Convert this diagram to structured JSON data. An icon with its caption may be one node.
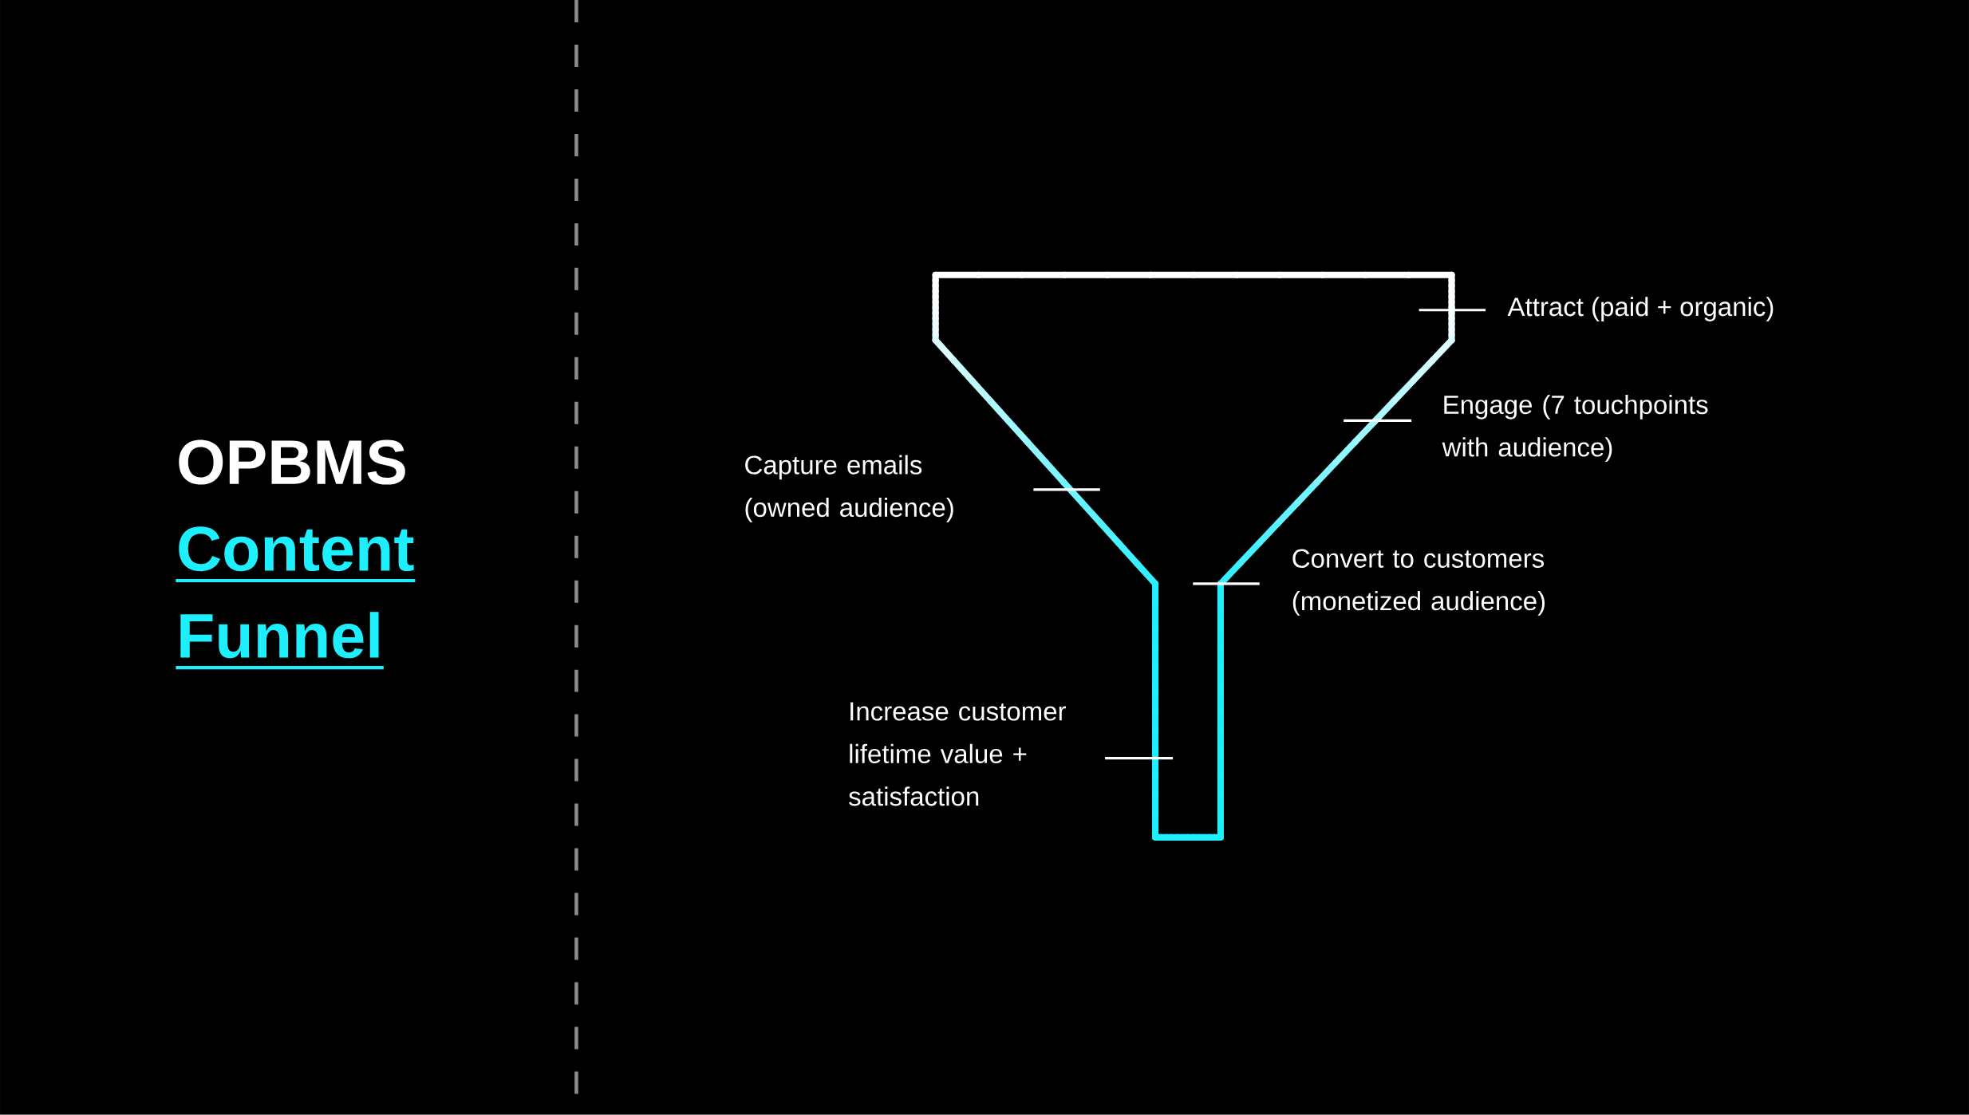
{
  "diagram": {
    "labels": [
      "OPBMS",
      "Content",
      "Funnel",
      "Attract (paid + organic)",
      "Engage (7 touchpoints with audience)",
      "Capture emails (owned audience)",
      "Convert to customers (monetized audience)",
      "Increase customer lifetime value + satisfaction"
    ]
  }
}
